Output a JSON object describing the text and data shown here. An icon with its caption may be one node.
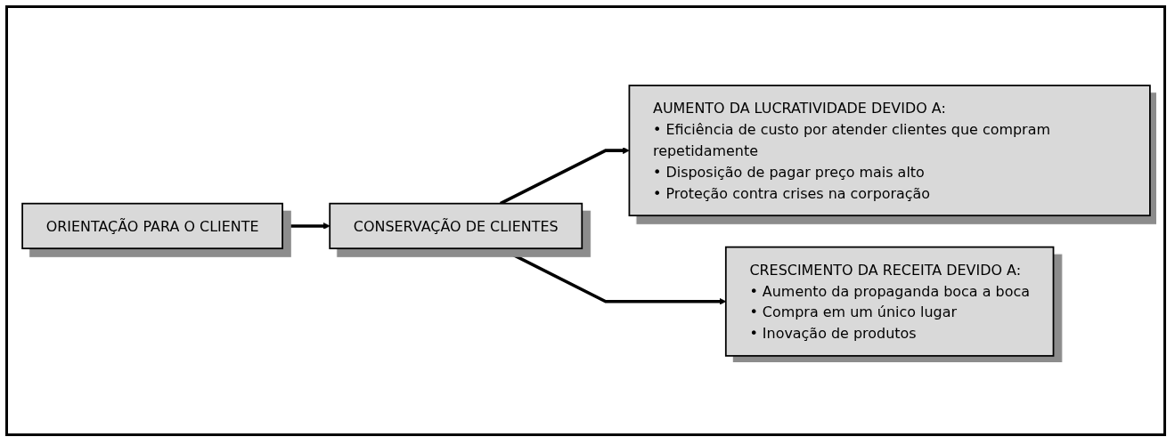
{
  "diagram": {
    "nodes": [
      {
        "text": [
          "ORIENTAÇÃO PARA O CLIENTE"
        ]
      },
      {
        "text": [
          "CONSERVAÇÃO DE CLIENTES"
        ]
      },
      {
        "text": [
          "AUMENTO DA LUCRATIVIDADE DEVIDO A:",
          "• Eficiência de custo por atender clientes que compram repetidamente",
          "• Disposição de pagar preço mais alto",
          "• Proteção contra crises na corporação"
        ]
      },
      {
        "text": [
          "CRESCIMENTO DA RECEITA DEVIDO A:",
          "• Aumento da propaganda boca a boca",
          "• Compra em um único lugar",
          "• Inovação de produtos"
        ]
      }
    ],
    "edges": [
      {
        "from": 0,
        "to": 1,
        "arrow": "to"
      },
      {
        "from": 1,
        "to": 2,
        "arrow": "to"
      },
      {
        "from": 1,
        "to": 3,
        "arrow": "to"
      }
    ]
  }
}
